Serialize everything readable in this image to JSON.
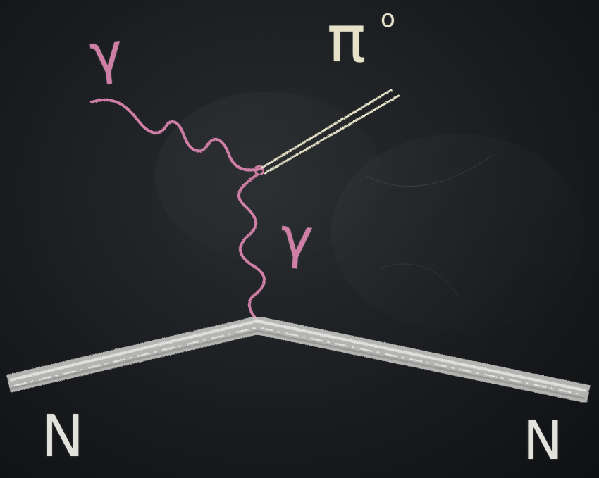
{
  "scene": {
    "description_kind": "chalkboard photo",
    "colors": {
      "board": "#1a1c1f",
      "pink_chalk": "#cf7fa5",
      "yellow_chalk": "#e6e2c8",
      "white_chalk": "#e2e2dc"
    }
  },
  "labels": {
    "gamma_incoming": "γ",
    "gamma_virtual": "γ",
    "pion": "π",
    "pion_charge": "o",
    "nucleon_left": "N",
    "nucleon_right": "N"
  }
}
